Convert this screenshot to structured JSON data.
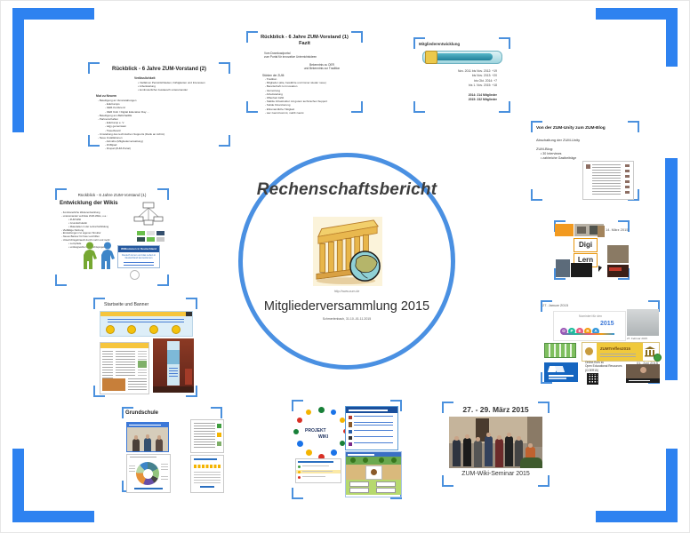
{
  "colors": {
    "frame_blue": "#2e82f0",
    "slide_bracket_blue": "#4a90dd",
    "circle_ring_blue": "#4a90e2",
    "title_text": "#3d3d3d",
    "opera_dot_colors": [
      "#9b59b6",
      "#1abc9c",
      "#e8577d",
      "#f39c12",
      "#3498db"
    ],
    "projektwiki_dot_colors": [
      "#d93025",
      "#1a73e8",
      "#f4b400",
      "#188038"
    ]
  },
  "center": {
    "title": "Rechenschaftsbericht",
    "website": "http://www.zum.de",
    "subtitle": "Mitgliederversammlung 2015",
    "location": "Schmerlenbach, 31.10.-01.11.2015",
    "illustration": "akropolis-tempel-mit-weltkugel"
  },
  "vorstand2": {
    "title": "Rückblick - 6 Jahre ZUM-Vorstand (2)",
    "heading1": "Verlässlichkeit",
    "list1": [
      "Vielfalt an Persönlichkeiten, Fähigkeiten und Interessen",
      "Arbeitsteilung",
      "kontinuierlicher Austausch untereinander"
    ],
    "heading2": "Mut zu Neuem",
    "list2": [
      "Beteiligung an Veranstaltungen",
      "EduCamps",
      "GER-Konferenz",
      "OER Köln / Digital Education Day ...",
      "Beteiligung am #EDchatDE",
      "Partnerschaften",
      "EduCamp e. V.",
      "wigy gemeinsam",
      "Tweetboard",
      "Umstellung des technischen Supports (Dank an Achim)",
      "Neue Installationen",
      "Admidio (Mitgliederverwaltung)",
      "ZUMpad",
      "Drupal (ZUM-Portal)"
    ]
  },
  "fazit": {
    "title": "Rückblick - 6 Jahre ZUM-Vorstand (1)",
    "subtitle": "Fazit",
    "para1_line1": "Vom Downloadportal",
    "para1_line2": "zum Portal für innovative Unterrichtsideen",
    "para2_line1": "Bekenntnis zu OER",
    "para2_line2": "und Bekenntnis zur Tradition",
    "heading": "Stärken der ZUM:",
    "items": [
      "Tradition",
      "Mitglieder (alte, bewährte und immer wieder neue)",
      "Bereitschaft zu Innovation",
      "Vernetzung",
      "Arbeitsteilung",
      "Offenheit zählt",
      "Stabile Infrastruktur mit gutem technischen Support",
      "Solide Finanzierung",
      "Ehrenamtliche Tätigkeit",
      "wer zuerst kommt, mahlt zuerst"
    ]
  },
  "mitglieder": {
    "title": "Mitgliederentwicklung",
    "rows": [
      "Nov. 2011 bis Nov. 2012: +19",
      "bis Nov. 2013: +20",
      "bis Okt. 2014: +7",
      "bis 1. Nov. 2015: +18"
    ],
    "totals": [
      "2014: 214 Mitglieder",
      "2015: 232 Mitglieder"
    ]
  },
  "blog": {
    "title": "Von der ZUM-Unity zum ZUM-Blog",
    "line1": "Abschaltung der ZUM-Unity",
    "line2": "ZUM-Blog:",
    "bullets": [
      "30 Interviews",
      "zahlreiche Gastbeiträge"
    ]
  },
  "digilern": {
    "date": "14. März 2015",
    "logo_line1": "Digi",
    "logo_line2": "Lern"
  },
  "events": {
    "date_january": "27. Januar 2015",
    "opera_prefix": "Nominiert für den",
    "opera_letters": [
      "O",
      "P",
      "E",
      "R",
      "A"
    ],
    "opera_year": "2015",
    "date_february": "27. Februar 2015",
    "banner_label": "ZUMTreffen2015",
    "date_june": "01. Juni 2015",
    "course_line1": "Online-Kurs zu",
    "course_line2": "Open Educational Resources",
    "course_line3": "(COER15)"
  },
  "wikis": {
    "title": "Rückblick - 6 Jahre ZUM-Vorstand (1)",
    "subtitle": "Entwicklung der Wikis",
    "items": [
      "Kontinuierliche Weiterentwicklung",
      "untereinander verlinkte ZUM-Wikis, u.a.:",
      "ZUM-Wiki",
      "Grundschulwiki",
      "Materialien in der Lehrerfortbildung",
      "Vielfältige Nutzung",
      "Einstellungen zur eigenen Struktur",
      "Neues Banner für freie Lernhilfen",
      "Unterrichtsgebrauch durch mehr und mehr:",
      "Lernpfade",
      "umfangreiche Unterrichtsprojekte"
    ],
    "box_title": "Willkommen in Deutschland",
    "box_line1": "Deutsch lernen und das Leben in",
    "box_line2": "Deutschland kennenlernen"
  },
  "startseite": {
    "title": "Startseite und Banner"
  },
  "grundschule": {
    "title": "Grundschule"
  },
  "projektwiki": {
    "logo_line1": "PROJEKT",
    "logo_line2": "WIKI"
  },
  "seminar": {
    "title": "27. - 29. März 2015",
    "caption": "ZUM-Wiki-Seminar 2015"
  }
}
